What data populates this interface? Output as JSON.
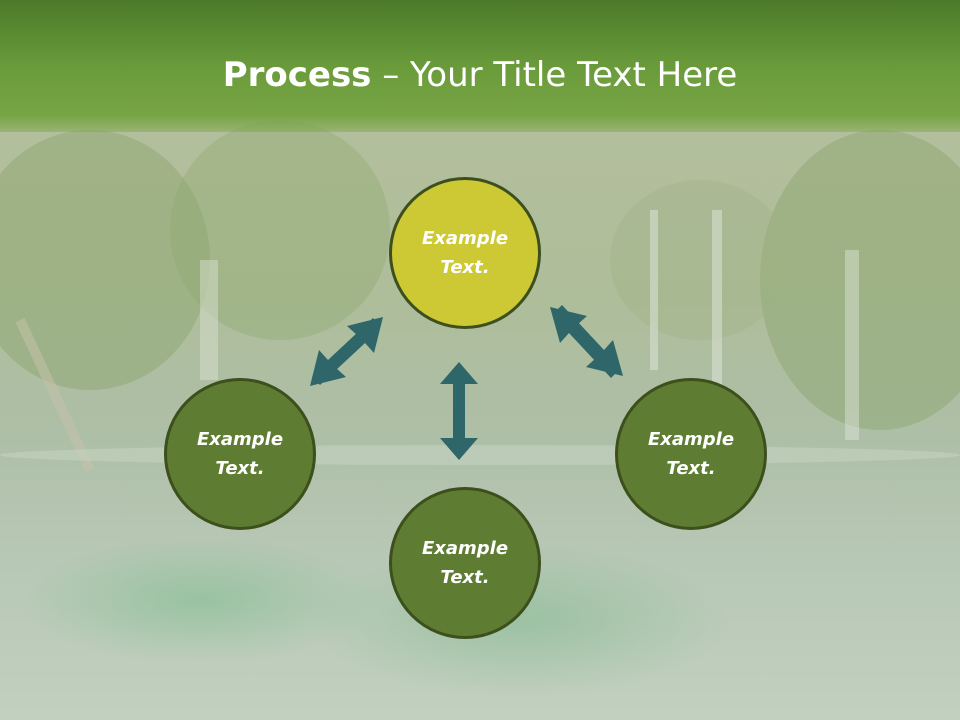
{
  "title": {
    "bold": "Process",
    "rest": " – Your Title Text Here"
  },
  "nodes": {
    "top": "Example Text.",
    "left": "Example Text.",
    "right": "Example Text.",
    "bottom": "Example Text."
  },
  "colors": {
    "header_green": "#6b9c3b",
    "highlight_node": "#ccc934",
    "node_fill": "#5e7d32",
    "node_border": "#3d4f1c",
    "arrow": "#2e6669"
  }
}
